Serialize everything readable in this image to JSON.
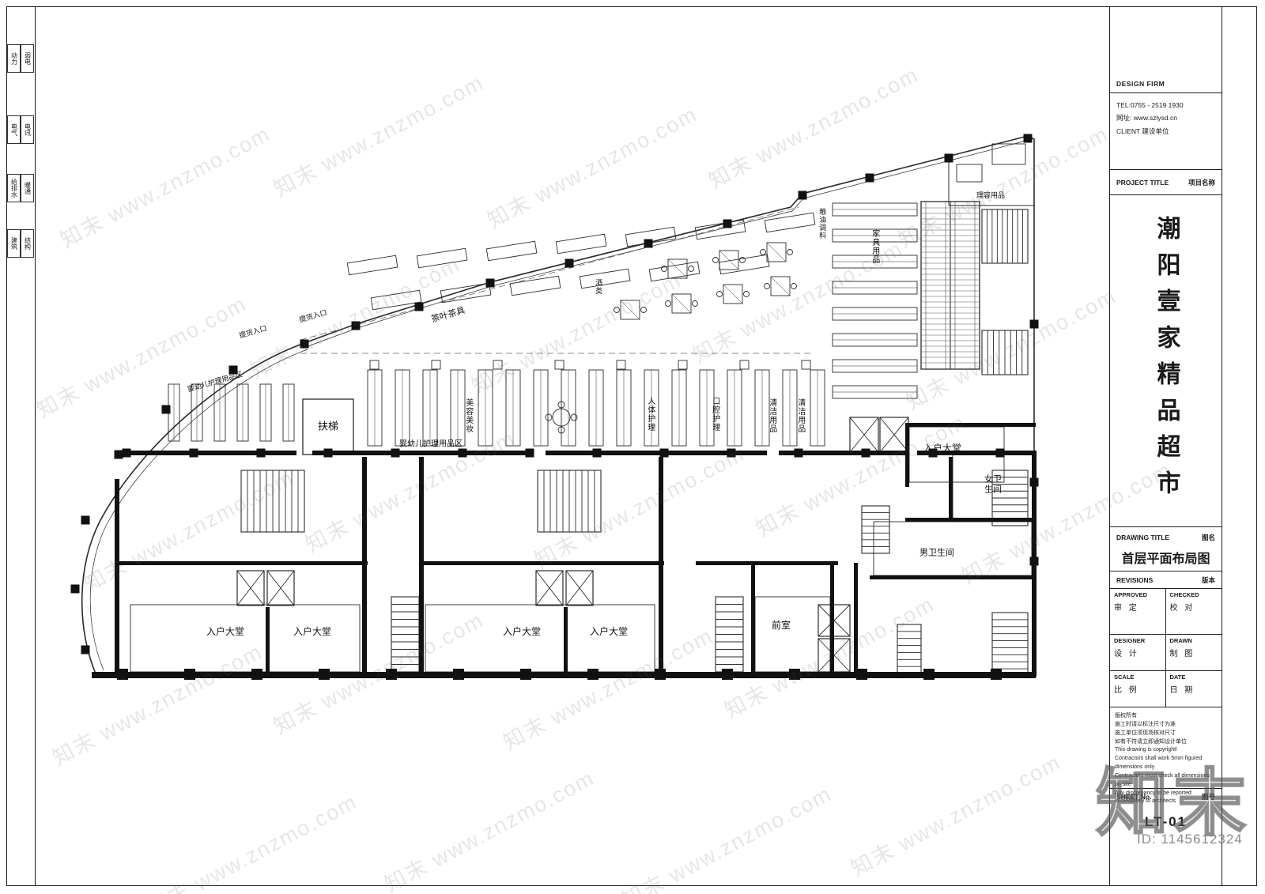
{
  "watermark": {
    "text": "知末 www.znzmo.com",
    "logo": "知末",
    "id_label": "ID: 1145612324"
  },
  "margin_strip": {
    "rows": [
      {
        "a": "动力",
        "b": "弱电"
      },
      {
        "a": "电气",
        "b": "电讯"
      },
      {
        "a": "给排水",
        "b": "暖通"
      },
      {
        "a": "建筑",
        "b": "结构"
      }
    ]
  },
  "title_block": {
    "design_firm_label": "DESIGN FIRM",
    "tel": "TEL:0755 - 2519 1930",
    "website": "网址: www.szlysd.cn",
    "client_label": "CLIENT",
    "client_value": "建设单位",
    "project_title_label": "PROJECT TITLE",
    "project_title_label_cn": "项目名称",
    "project_name": "潮阳壹家精品超市",
    "drawing_title_label": "DRAWING TITLE",
    "drawing_title_label_cn": "图名",
    "drawing_title": "首层平面布局图",
    "revisions_label": "REVISIONS",
    "revisions_label_cn": "版本",
    "approved_label": "APPROVED",
    "approved_cn": "审 定",
    "checked_label": "CHECKED",
    "checked_cn": "校 对",
    "designer_label": "DESIGNER",
    "designer_cn": "设 计",
    "drawn_label": "DRAWN",
    "drawn_cn": "制 图",
    "scale_label": "SCALE",
    "scale_cn": "比 例",
    "date_label": "DATE",
    "date_cn": "日 期",
    "copyright_lines": [
      "版权所有",
      "施工时请以标注尺寸为准",
      "施工单位须现场核对尺寸",
      "如有不符请立即通知设计单位",
      "This drawing is copyright!",
      "Contractors shall work 5mm figured dimensions only",
      "Contractors must check all dimensions on site",
      "Any discrepancy to be reported immediately to architects"
    ],
    "sheet_no_label": "SHEET No.",
    "sheet_no_label_cn": "图号",
    "sheet_no": "LT-01"
  },
  "plan": {
    "escalator": "扶梯",
    "lobby": "入户大堂",
    "front_room": "前室",
    "mens_wc": "男卫生间",
    "womens_wc": "女卫生间",
    "tea": "茶叶茶具",
    "beauty": "美容美妆",
    "body_care": "人体护理",
    "oral_care": "口腔护理",
    "cleaning": "清洁用品",
    "baby_care_area": "婴幼儿护理用品区",
    "furniture": "家具用品",
    "grain_oil": "粮油调料",
    "grooming": "理容用品",
    "wine": "酒类",
    "pickup_entrance": "提货入口"
  }
}
